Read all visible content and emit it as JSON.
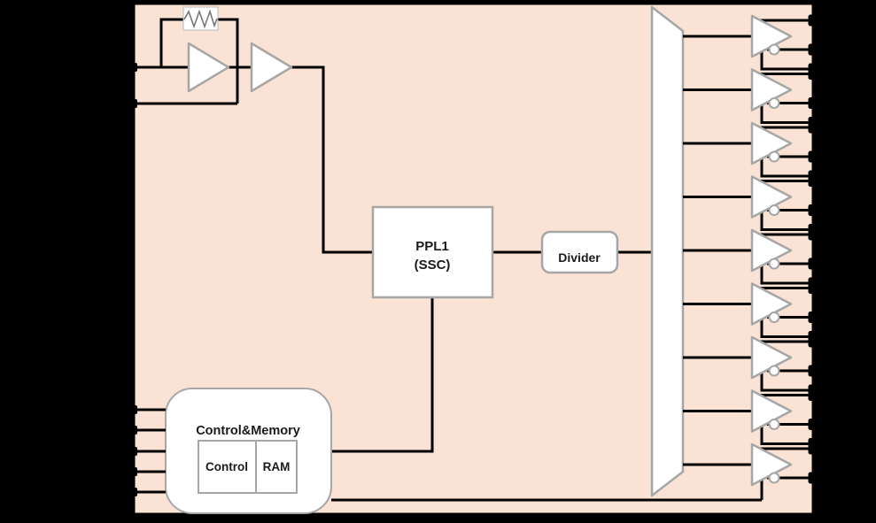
{
  "colors": {
    "background": "#000000",
    "die_fill": "#FAE3D4",
    "block_fill": "#FFFFFF",
    "block_border": "#A6A6A6",
    "wire": "#000000",
    "pin": "#000000"
  },
  "blocks": {
    "pll": {
      "line1": "PPL1",
      "line2": "(SSC)"
    },
    "divider": {
      "label": "Divider"
    },
    "control_memory": {
      "title": "Control&Memory",
      "control_label": "Control",
      "ram_label": "RAM"
    }
  },
  "crystal_oscillator": {
    "amp_count": 2,
    "has_feedback_resistor": true
  },
  "output_stage": {
    "buffer_count": 9,
    "outputs_per_buffer": 2,
    "right_pin_count": 26
  },
  "left_pin_count": 7
}
